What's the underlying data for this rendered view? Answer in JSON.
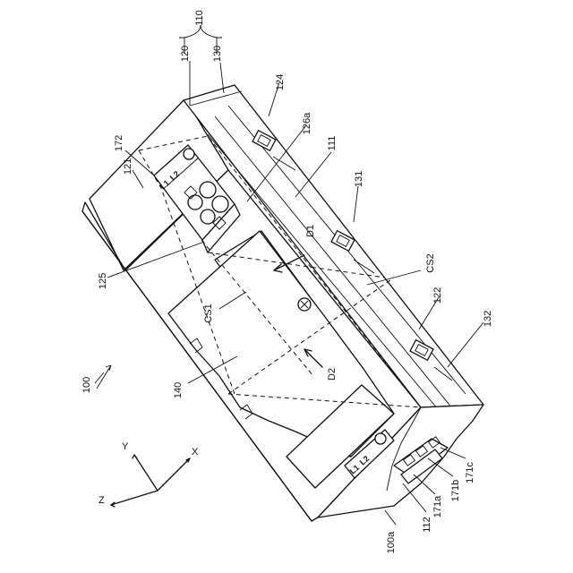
{
  "labels": {
    "l110": "110",
    "l120": "120",
    "l130": "130",
    "l124": "124",
    "l172": "172",
    "l126a": "126a",
    "l121": "121",
    "l111": "111",
    "l131": "131",
    "lD1": "D1",
    "l125": "125",
    "lCS2": "CS2",
    "l122": "122",
    "l132": "132",
    "lCS1": "CS1",
    "l100": "100",
    "l140": "140",
    "lD2": "D2",
    "l171c": "171c",
    "l171b": "171b",
    "l171a": "171a",
    "l112": "112",
    "l100a": "100a",
    "axisX": "X",
    "axisY": "Y",
    "axisZ": "Z"
  },
  "terminal_marks": {
    "top": {
      "left": "L1",
      "right": "L2"
    },
    "bottom": {
      "left": "L1",
      "right": "L2"
    }
  }
}
